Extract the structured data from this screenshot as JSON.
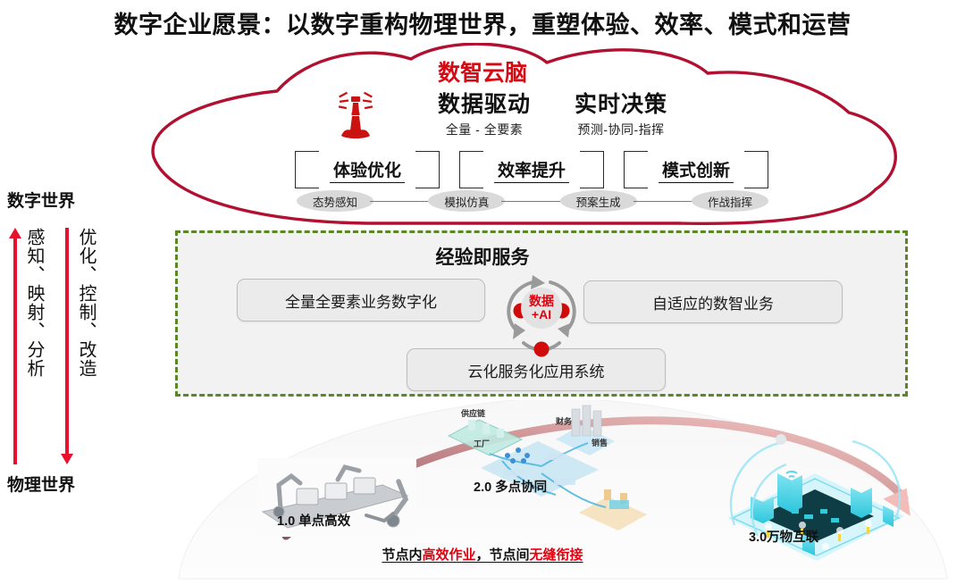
{
  "page": {
    "title": "数字企业愿景：以数字重构物理世界，重塑体验、效率、模式和运营"
  },
  "colors": {
    "brand_red": "#d60a12",
    "cloud_outline": "#b21030",
    "accent_red": "#e2000f",
    "arrow_red": "#e8112d",
    "dashed_green": "#5c8727",
    "panel_grey": "#f2f2f2",
    "box_grey": "#ebebeb",
    "pill_grey": "#d9d9d9"
  },
  "cloud": {
    "brain_title": "数智云脑",
    "lighthouse_icon": "lighthouse-icon",
    "drivers": [
      {
        "main": "数据驱动",
        "sub": "全量 - 全要素"
      },
      {
        "main": "实时决策",
        "sub": "预测-协同-指挥"
      }
    ],
    "pillars": [
      {
        "label": "体验优化"
      },
      {
        "label": "效率提升"
      },
      {
        "label": "模式创新"
      }
    ],
    "pills": [
      "态势感知",
      "模拟仿真",
      "预案生成",
      "作战指挥"
    ]
  },
  "axis": {
    "top_label": "数字世界",
    "bottom_label": "物理世界",
    "columns": [
      {
        "direction": "up",
        "text": "感知、映射、分析"
      },
      {
        "direction": "down",
        "text": "优化、控制、改造"
      }
    ]
  },
  "eaas": {
    "title": "经验即服务",
    "boxes": [
      {
        "label": "全量全要素业务数字化"
      },
      {
        "label": "自适应的数智业务"
      },
      {
        "label": "云化服务化应用系统"
      }
    ],
    "core": {
      "line1": "数据",
      "line2": "+AI"
    }
  },
  "evolution": {
    "stages": [
      {
        "caption": "1.0 单点高效",
        "illustration": "robot-arm-conveyor-image"
      },
      {
        "caption": "2.0 多点协同",
        "illustration": "connected-enterprise-isometric-image"
      },
      {
        "caption": "3.0万物互联",
        "illustration": "smart-city-chip-isometric-image"
      }
    ],
    "mini_labels": [
      "供应链",
      "工厂",
      "财务",
      "销售"
    ],
    "footer": {
      "seg1": "节点内",
      "hl1": "高效作业",
      "seg2": "，节点间",
      "hl2": "无缝衔接"
    }
  }
}
